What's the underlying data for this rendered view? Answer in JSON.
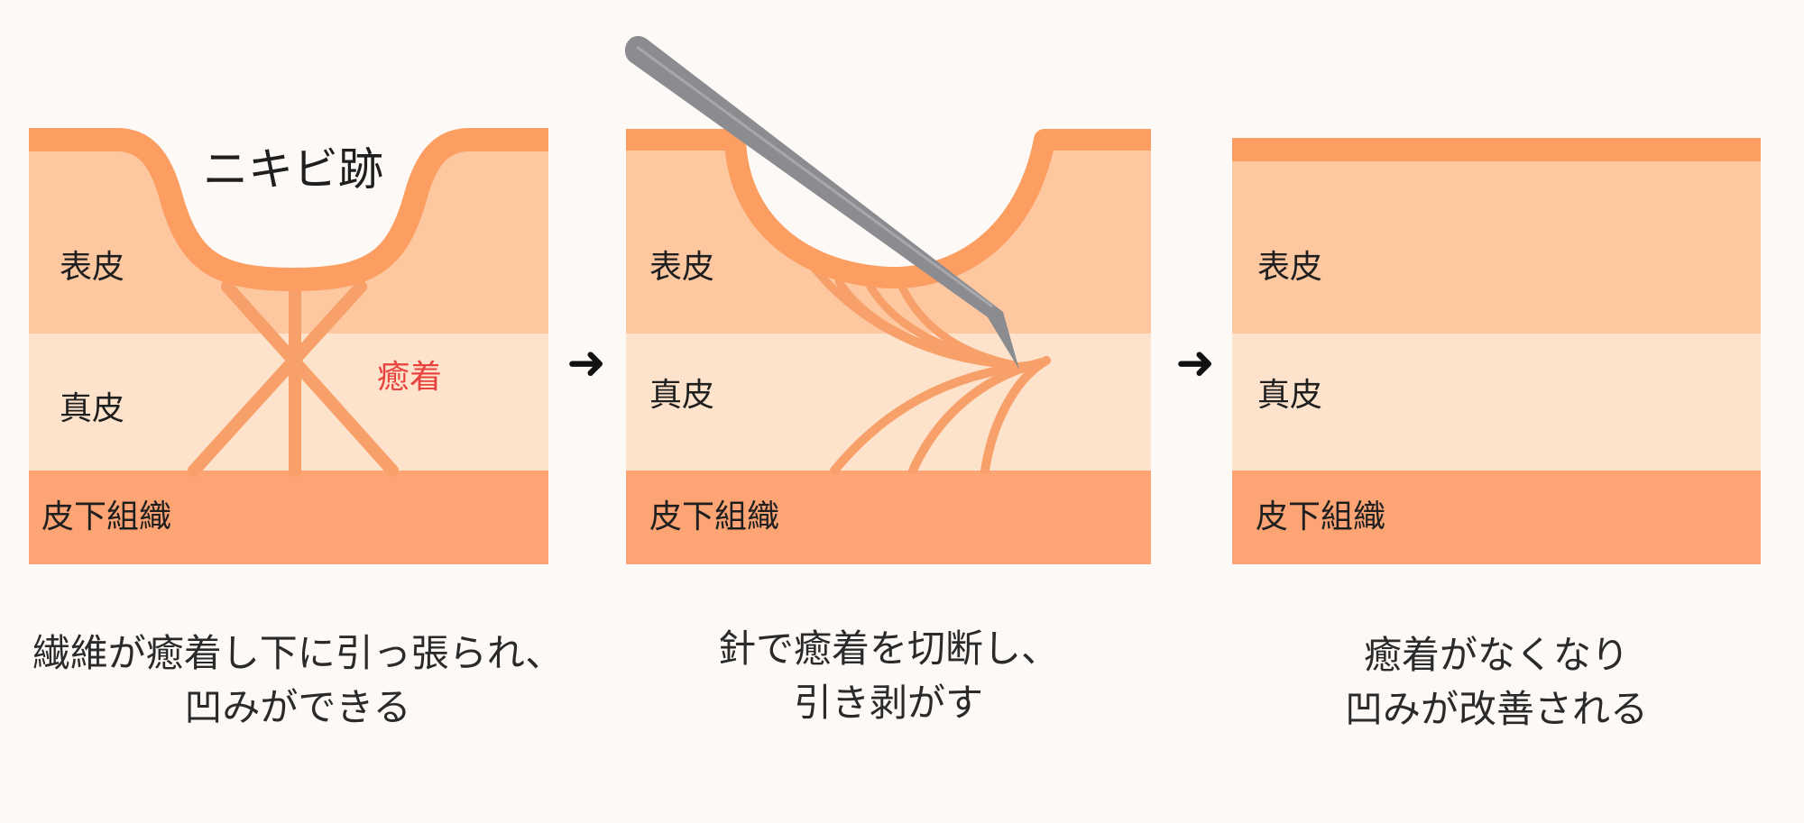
{
  "colors": {
    "background": "#fcf9f6",
    "epidermis": "#fdc7a0",
    "dermis": "#fee3cc",
    "subcutis": "#fda474",
    "surface": "#fc9e62",
    "fiber": "#f8a06a",
    "adhesion_label": "#e8433e",
    "needle": "#8b8c90"
  },
  "panels": [
    {
      "title": "ニキビ跡",
      "layers": {
        "epidermis": "表皮",
        "dermis": "真皮",
        "subcutis": "皮下組織"
      },
      "annotation": "癒着",
      "caption": [
        "繊維が癒着し下に引っ張られ、",
        "凹みができる"
      ]
    },
    {
      "layers": {
        "epidermis": "表皮",
        "dermis": "真皮",
        "subcutis": "皮下組織"
      },
      "caption": [
        "針で癒着を切断し、",
        "引き剥がす"
      ]
    },
    {
      "layers": {
        "epidermis": "表皮",
        "dermis": "真皮",
        "subcutis": "皮下組織"
      },
      "caption": [
        "癒着がなくなり",
        "凹みが改善される"
      ]
    }
  ],
  "arrows": [
    "➜",
    "➜"
  ]
}
